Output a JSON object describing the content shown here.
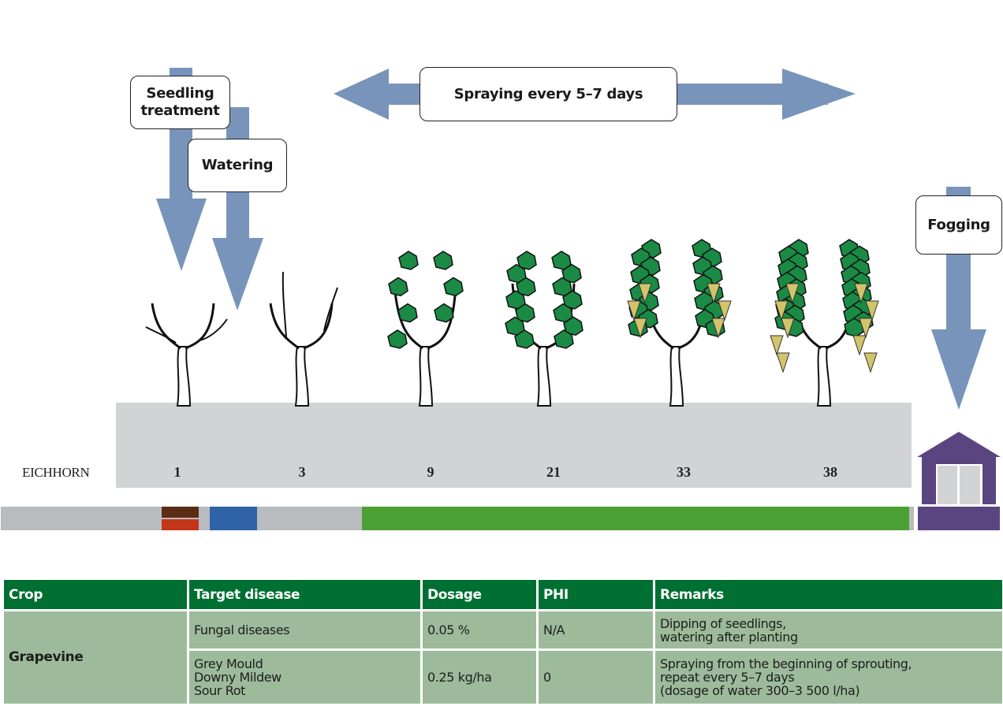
{
  "diagram": {
    "labels": {
      "seedling_treatment": "Seedling\ntreatment",
      "watering": "Watering",
      "spraying": "Spraying every 5–7 days",
      "fogging": "Fogging"
    },
    "brand": "EICHHORN",
    "growth_stages": [
      {
        "day": "1",
        "stage": "dormant-vine"
      },
      {
        "day": "3",
        "stage": "budding-vine"
      },
      {
        "day": "9",
        "stage": "early-leaf-vine"
      },
      {
        "day": "21",
        "stage": "leafy-vine"
      },
      {
        "day": "33",
        "stage": "fruiting-vine"
      },
      {
        "day": "38",
        "stage": "ripe-fruit-vine"
      }
    ],
    "timeline_segments": [
      {
        "name": "idle",
        "color": "#b8bcbf"
      },
      {
        "name": "seedling-treatment",
        "colors": [
          "#5a2d14",
          "#c4361a"
        ]
      },
      {
        "name": "watering",
        "color": "#2f62a7"
      },
      {
        "name": "spraying",
        "color": "#4ca033"
      },
      {
        "name": "fogging-storage",
        "color": "#5a4580"
      }
    ],
    "colors": {
      "arrow": "#7894bb",
      "ground": "#d2d3d5",
      "leaf": "#1a8a45",
      "grape": "#d2c46a",
      "storehouse": "#5a4580",
      "table_header": "#006f32",
      "table_cell": "#9dbb9b"
    }
  },
  "table": {
    "headers": [
      "Crop",
      "Target disease",
      "Dosage",
      "PHI",
      "Remarks"
    ],
    "crop": "Grapevine",
    "rows": [
      {
        "target_disease": "Fungal diseases",
        "dosage": "0.05 %",
        "phi": "N/A",
        "remarks": "Dipping of seedlings,\nwatering after planting"
      },
      {
        "target_disease": "Grey Mould\nDowny Mildew\nSour Rot",
        "dosage": "0.25 kg/ha",
        "phi": "0",
        "remarks": "Spraying from the beginning of sprouting,\nrepeat every 5–7 days\n(dosage of water 300–3 500 l/ha)"
      }
    ]
  }
}
